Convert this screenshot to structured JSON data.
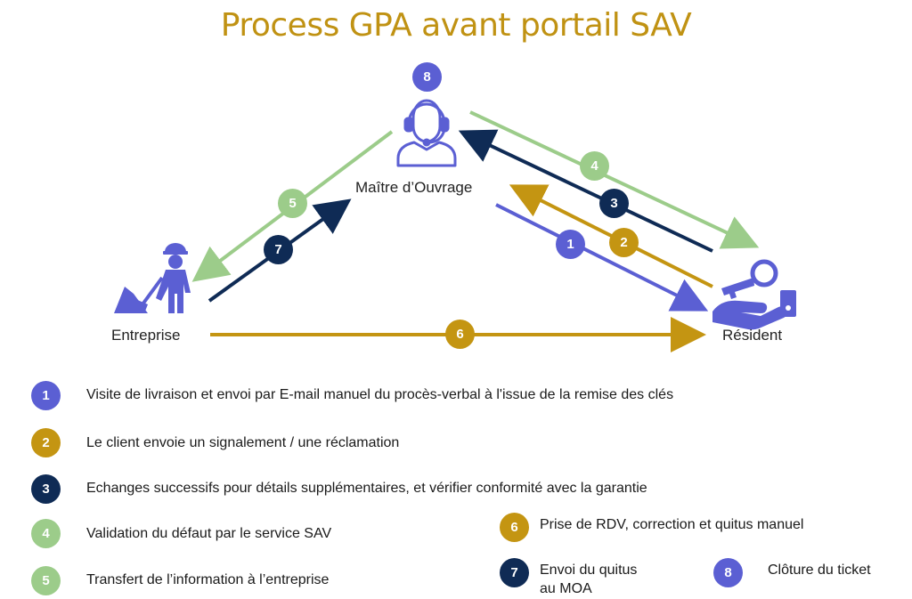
{
  "title": "Process GPA avant portail SAV",
  "colors": {
    "step1": "#5b5fd3",
    "step2": "#c49512",
    "step3": "#0f2b55",
    "step4": "#9ccc8a",
    "step5": "#9ccc8a",
    "step6": "#c49512",
    "step7": "#0f2b55",
    "step8": "#5b5fd3"
  },
  "actors": {
    "moa": {
      "label": "Maître d’Ouvrage",
      "icon": "headset-agent-icon"
    },
    "entreprise": {
      "label": "Entreprise",
      "icon": "construction-worker-icon"
    },
    "resident": {
      "label": "Résident",
      "icon": "key-in-hand-icon"
    }
  },
  "steps": {
    "s1": {
      "num": "1",
      "text": "Visite de livraison et envoi par E-mail manuel du procès-verbal à l'issue de la remise des clés"
    },
    "s2": {
      "num": "2",
      "text": "Le client envoie un signalement / une réclamation"
    },
    "s3": {
      "num": "3",
      "text": "Echanges successifs pour détails supplémentaires, et vérifier conformité avec la garantie"
    },
    "s4": {
      "num": "4",
      "text": "Validation du défaut par le service SAV"
    },
    "s5": {
      "num": "5",
      "text": "Transfert de l’information à l’entreprise"
    },
    "s6": {
      "num": "6",
      "text": "Prise de RDV, correction et quitus manuel"
    },
    "s7": {
      "num": "7",
      "text": "Envoi du quitus au MOA"
    },
    "s8": {
      "num": "8",
      "text": "Clôture du ticket"
    }
  }
}
